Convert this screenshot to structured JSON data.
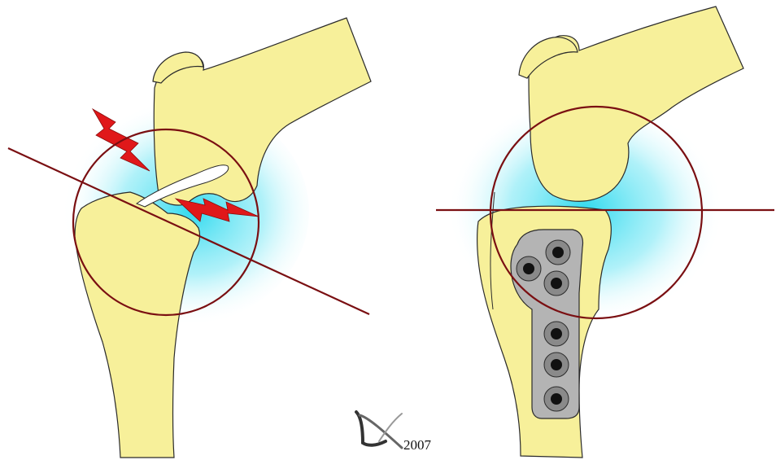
{
  "signature": {
    "year": "2007",
    "logo": "author-monogram-icon"
  },
  "panels": [
    {
      "name": "before-osteotomy",
      "features": [
        "tibia-bone",
        "femur-bone",
        "fracture-lightning",
        "joint-circle",
        "joint-line"
      ]
    },
    {
      "name": "after-plate-fixation",
      "features": [
        "tibia-bone",
        "femur-bone",
        "fixation-plate",
        "joint-circle",
        "joint-line"
      ],
      "screw_count": 6
    }
  ],
  "colors": {
    "bone": "#f7f09a",
    "bone_outline": "#2b2b2b",
    "glow": "#26d8ee",
    "circle_line": "#7a0f12",
    "lightning": "#e0181a",
    "plate": "#b4b4b4",
    "screw": "#8a8a8a"
  }
}
